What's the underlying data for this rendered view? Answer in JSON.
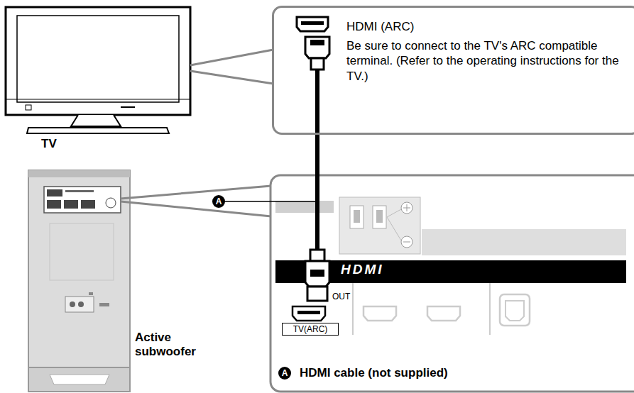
{
  "diagram": {
    "nodes": [
      {
        "text": [
          "HDMI (ARC)",
          "Be sure to connect to the TV's ARC compatible terminal. (Refer to the operating instructions for the TV.)"
        ]
      },
      {
        "text": [
          "HDMI"
        ]
      },
      {
        "text": [
          "TV(ARC)"
        ]
      }
    ],
    "edges": [
      {
        "from": 0,
        "to": 2,
        "arrow": "none"
      }
    ],
    "labels": [
      "TV",
      "Active subwoofer",
      "A",
      "OUT",
      "A",
      "HDMI cable (not supplied)"
    ]
  }
}
